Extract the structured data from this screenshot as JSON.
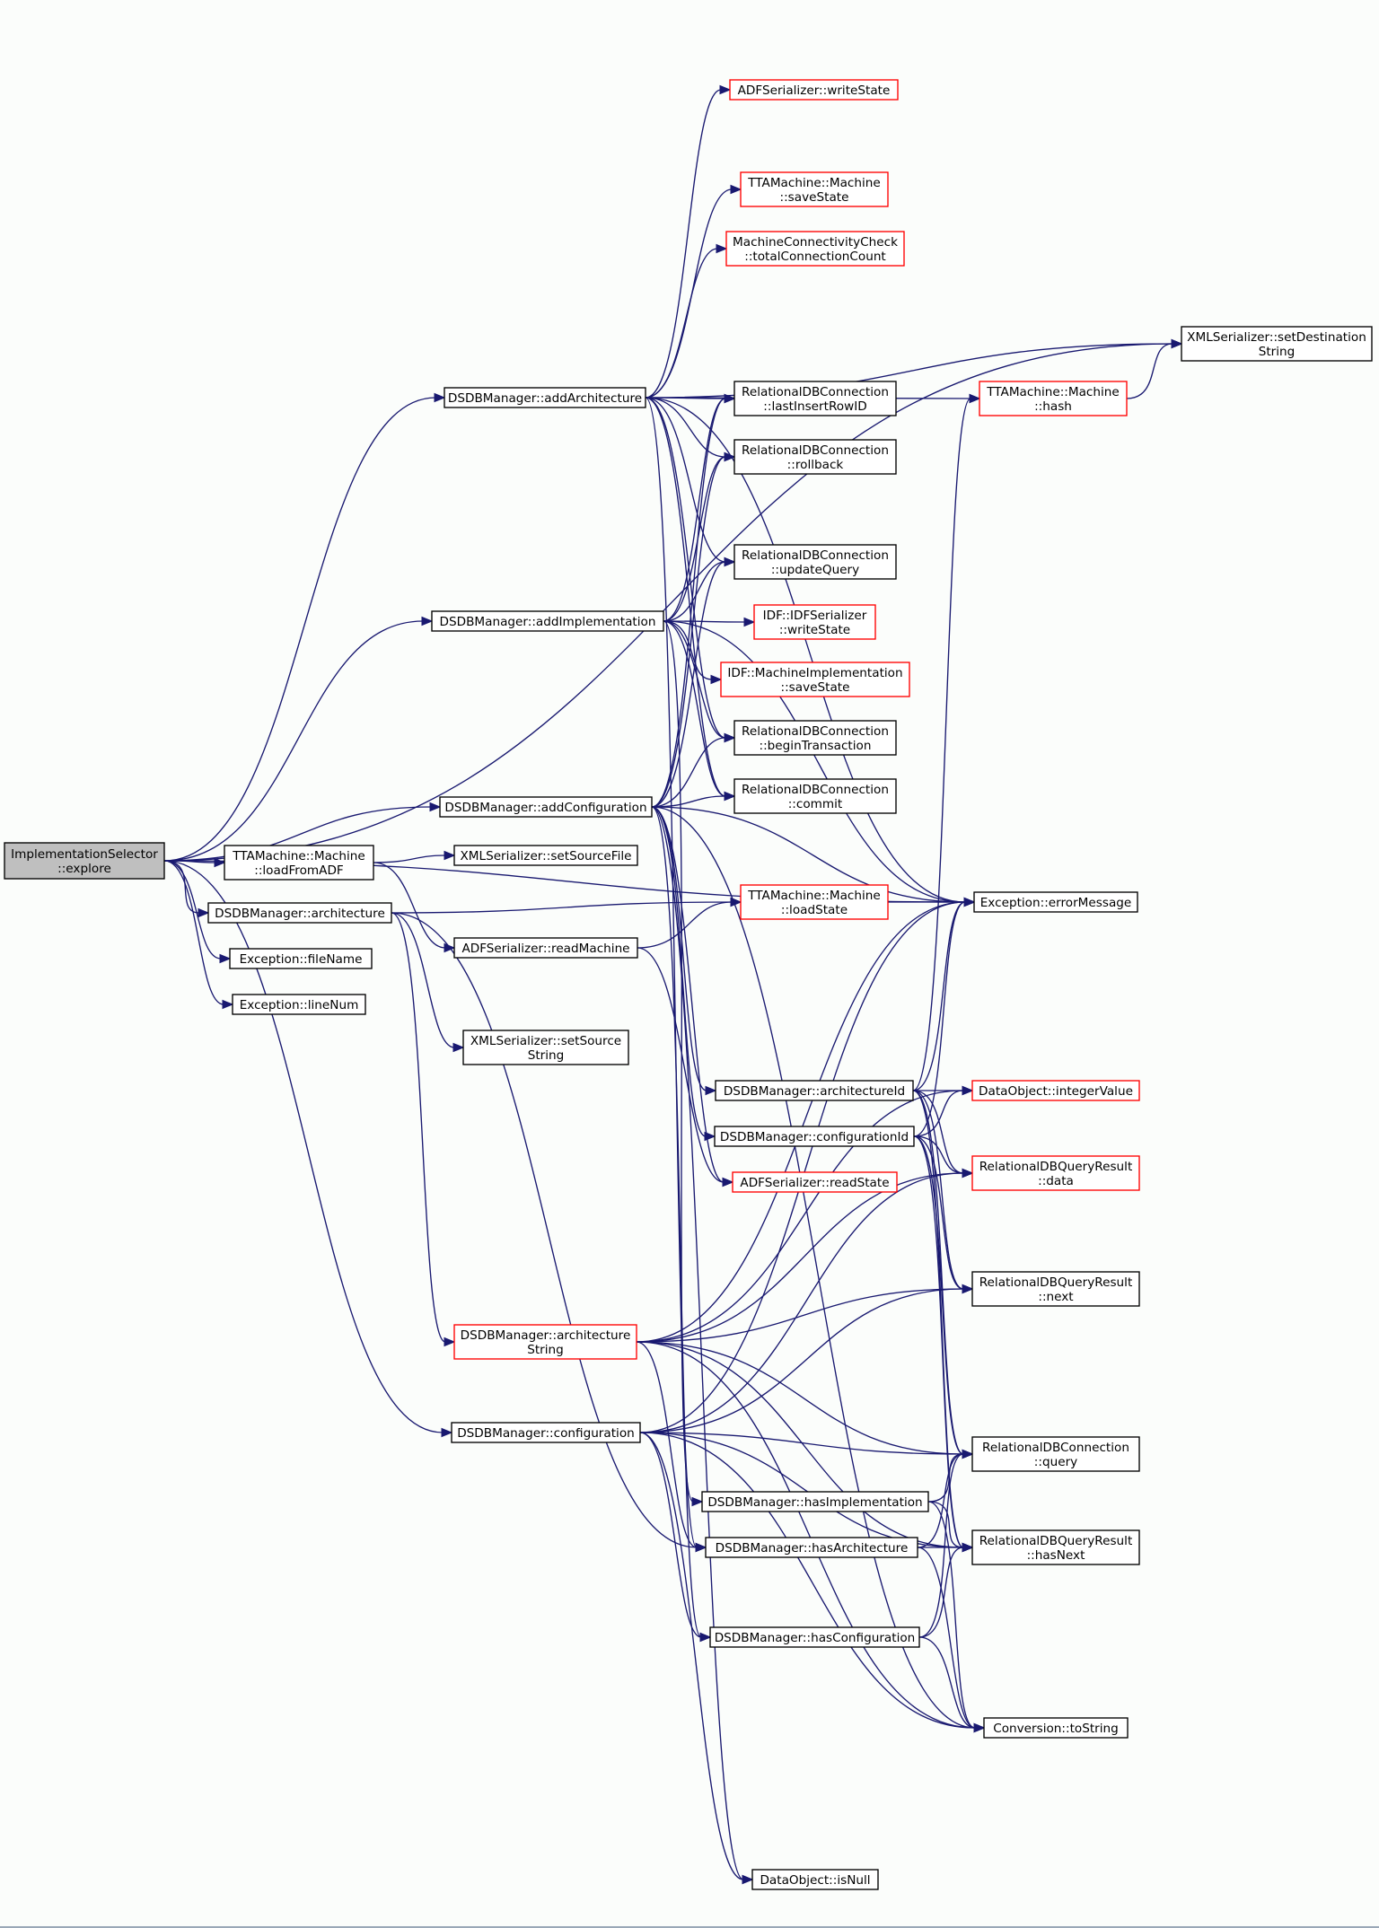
{
  "colors": {
    "edge": "#191970",
    "root_fill": "#bfbfbf",
    "normal_border": "#000000",
    "red_border": "#ff0000",
    "node_fill": "#ffffff",
    "background": "#fbfdfb"
  },
  "nodes": {
    "explore": {
      "lines": [
        "ImplementationSelector",
        "::explore"
      ],
      "style": "root"
    },
    "loadFromADF": {
      "lines": [
        "TTAMachine::Machine",
        "::loadFromADF"
      ],
      "style": "normal"
    },
    "dsdbArchitecture": {
      "lines": [
        "DSDBManager::architecture"
      ],
      "style": "normal"
    },
    "fileName": {
      "lines": [
        "Exception::fileName"
      ],
      "style": "normal"
    },
    "lineNum": {
      "lines": [
        "Exception::lineNum"
      ],
      "style": "normal"
    },
    "addArchitecture": {
      "lines": [
        "DSDBManager::addArchitecture"
      ],
      "style": "normal"
    },
    "addImplementation": {
      "lines": [
        "DSDBManager::addImplementation"
      ],
      "style": "normal"
    },
    "addConfiguration": {
      "lines": [
        "DSDBManager::addConfiguration"
      ],
      "style": "normal"
    },
    "setSourceFile": {
      "lines": [
        "XMLSerializer::setSourceFile"
      ],
      "style": "normal"
    },
    "readMachine": {
      "lines": [
        "ADFSerializer::readMachine"
      ],
      "style": "normal"
    },
    "setSourceString": {
      "lines": [
        "XMLSerializer::setSource",
        "String"
      ],
      "style": "normal"
    },
    "architectureString": {
      "lines": [
        "DSDBManager::architecture",
        "String"
      ],
      "style": "red"
    },
    "dsdbConfiguration": {
      "lines": [
        "DSDBManager::configuration"
      ],
      "style": "normal"
    },
    "adfWriteState": {
      "lines": [
        "ADFSerializer::writeState"
      ],
      "style": "red"
    },
    "machineSaveState": {
      "lines": [
        "TTAMachine::Machine",
        "::saveState"
      ],
      "style": "red"
    },
    "totalConnectionCount": {
      "lines": [
        "MachineConnectivityCheck",
        "::totalConnectionCount"
      ],
      "style": "red"
    },
    "lastInsertRowID": {
      "lines": [
        "RelationalDBConnection",
        "::lastInsertRowID"
      ],
      "style": "normal"
    },
    "rollback": {
      "lines": [
        "RelationalDBConnection",
        "::rollback"
      ],
      "style": "normal"
    },
    "updateQuery": {
      "lines": [
        "RelationalDBConnection",
        "::updateQuery"
      ],
      "style": "normal"
    },
    "idfWriteState": {
      "lines": [
        "IDF::IDFSerializer",
        "::writeState"
      ],
      "style": "red"
    },
    "machineImplSaveState": {
      "lines": [
        "IDF::MachineImplementation",
        "::saveState"
      ],
      "style": "red"
    },
    "beginTransaction": {
      "lines": [
        "RelationalDBConnection",
        "::beginTransaction"
      ],
      "style": "normal"
    },
    "commit": {
      "lines": [
        "RelationalDBConnection",
        "::commit"
      ],
      "style": "normal"
    },
    "machineLoadState": {
      "lines": [
        "TTAMachine::Machine",
        "::loadState"
      ],
      "style": "red"
    },
    "architectureId": {
      "lines": [
        "DSDBManager::architectureId"
      ],
      "style": "normal"
    },
    "configurationId": {
      "lines": [
        "DSDBManager::configurationId"
      ],
      "style": "normal"
    },
    "adfReadState": {
      "lines": [
        "ADFSerializer::readState"
      ],
      "style": "red"
    },
    "hasImplementation": {
      "lines": [
        "DSDBManager::hasImplementation"
      ],
      "style": "normal"
    },
    "hasArchitecture": {
      "lines": [
        "DSDBManager::hasArchitecture"
      ],
      "style": "normal"
    },
    "hasConfiguration": {
      "lines": [
        "DSDBManager::hasConfiguration"
      ],
      "style": "normal"
    },
    "isNull": {
      "lines": [
        "DataObject::isNull"
      ],
      "style": "normal"
    },
    "machineHash": {
      "lines": [
        "TTAMachine::Machine",
        "::hash"
      ],
      "style": "red"
    },
    "setDestinationString": {
      "lines": [
        "XMLSerializer::setDestination",
        "String"
      ],
      "style": "normal"
    },
    "errorMessage": {
      "lines": [
        "Exception::errorMessage"
      ],
      "style": "normal"
    },
    "integerValue": {
      "lines": [
        "DataObject::integerValue"
      ],
      "style": "red"
    },
    "resultData": {
      "lines": [
        "RelationalDBQueryResult",
        "::data"
      ],
      "style": "red"
    },
    "resultNext": {
      "lines": [
        "RelationalDBQueryResult",
        "::next"
      ],
      "style": "normal"
    },
    "connQuery": {
      "lines": [
        "RelationalDBConnection",
        "::query"
      ],
      "style": "normal"
    },
    "resultHasNext": {
      "lines": [
        "RelationalDBQueryResult",
        "::hasNext"
      ],
      "style": "normal"
    },
    "toString": {
      "lines": [
        "Conversion::toString"
      ],
      "style": "normal"
    }
  },
  "edges": [
    [
      "explore",
      "loadFromADF"
    ],
    [
      "explore",
      "dsdbArchitecture"
    ],
    [
      "explore",
      "fileName"
    ],
    [
      "explore",
      "lineNum"
    ],
    [
      "explore",
      "addArchitecture"
    ],
    [
      "explore",
      "addImplementation"
    ],
    [
      "explore",
      "addConfiguration"
    ],
    [
      "explore",
      "dsdbConfiguration"
    ],
    [
      "explore",
      "setDestinationString"
    ],
    [
      "explore",
      "errorMessage"
    ],
    [
      "loadFromADF",
      "setSourceFile"
    ],
    [
      "loadFromADF",
      "readMachine"
    ],
    [
      "dsdbArchitecture",
      "machineLoadState"
    ],
    [
      "dsdbArchitecture",
      "setSourceString"
    ],
    [
      "dsdbArchitecture",
      "architectureString"
    ],
    [
      "dsdbArchitecture",
      "hasArchitecture"
    ],
    [
      "readMachine",
      "machineLoadState"
    ],
    [
      "readMachine",
      "adfReadState"
    ],
    [
      "machineLoadState",
      "errorMessage"
    ],
    [
      "addArchitecture",
      "adfWriteState"
    ],
    [
      "addArchitecture",
      "machineSaveState"
    ],
    [
      "addArchitecture",
      "totalConnectionCount"
    ],
    [
      "addArchitecture",
      "lastInsertRowID"
    ],
    [
      "addArchitecture",
      "rollback"
    ],
    [
      "addArchitecture",
      "updateQuery"
    ],
    [
      "addArchitecture",
      "beginTransaction"
    ],
    [
      "addArchitecture",
      "commit"
    ],
    [
      "addArchitecture",
      "machineHash"
    ],
    [
      "addArchitecture",
      "setDestinationString"
    ],
    [
      "addArchitecture",
      "errorMessage"
    ],
    [
      "addArchitecture",
      "hasArchitecture"
    ],
    [
      "addImplementation",
      "lastInsertRowID"
    ],
    [
      "addImplementation",
      "rollback"
    ],
    [
      "addImplementation",
      "updateQuery"
    ],
    [
      "addImplementation",
      "idfWriteState"
    ],
    [
      "addImplementation",
      "machineImplSaveState"
    ],
    [
      "addImplementation",
      "beginTransaction"
    ],
    [
      "addImplementation",
      "commit"
    ],
    [
      "addImplementation",
      "errorMessage"
    ],
    [
      "addImplementation",
      "hasImplementation"
    ],
    [
      "addConfiguration",
      "lastInsertRowID"
    ],
    [
      "addConfiguration",
      "rollback"
    ],
    [
      "addConfiguration",
      "updateQuery"
    ],
    [
      "addConfiguration",
      "beginTransaction"
    ],
    [
      "addConfiguration",
      "commit"
    ],
    [
      "addConfiguration",
      "errorMessage"
    ],
    [
      "addConfiguration",
      "architectureId"
    ],
    [
      "addConfiguration",
      "configurationId"
    ],
    [
      "addConfiguration",
      "adfReadState"
    ],
    [
      "addConfiguration",
      "hasConfiguration"
    ],
    [
      "addConfiguration",
      "toString"
    ],
    [
      "addConfiguration",
      "isNull"
    ],
    [
      "architectureId",
      "machineHash"
    ],
    [
      "architectureId",
      "integerValue"
    ],
    [
      "architectureId",
      "errorMessage"
    ],
    [
      "architectureId",
      "resultData"
    ],
    [
      "architectureId",
      "resultNext"
    ],
    [
      "architectureId",
      "connQuery"
    ],
    [
      "architectureId",
      "resultHasNext"
    ],
    [
      "configurationId",
      "integerValue"
    ],
    [
      "configurationId",
      "errorMessage"
    ],
    [
      "configurationId",
      "resultData"
    ],
    [
      "configurationId",
      "resultNext"
    ],
    [
      "configurationId",
      "connQuery"
    ],
    [
      "configurationId",
      "resultHasNext"
    ],
    [
      "machineHash",
      "setDestinationString"
    ],
    [
      "architectureString",
      "errorMessage"
    ],
    [
      "architectureString",
      "integerValue"
    ],
    [
      "architectureString",
      "resultData"
    ],
    [
      "architectureString",
      "resultNext"
    ],
    [
      "architectureString",
      "connQuery"
    ],
    [
      "architectureString",
      "resultHasNext"
    ],
    [
      "architectureString",
      "hasArchitecture"
    ],
    [
      "architectureString",
      "toString"
    ],
    [
      "dsdbConfiguration",
      "errorMessage"
    ],
    [
      "dsdbConfiguration",
      "resultData"
    ],
    [
      "dsdbConfiguration",
      "resultNext"
    ],
    [
      "dsdbConfiguration",
      "connQuery"
    ],
    [
      "dsdbConfiguration",
      "resultHasNext"
    ],
    [
      "dsdbConfiguration",
      "hasConfiguration"
    ],
    [
      "dsdbConfiguration",
      "toString"
    ],
    [
      "dsdbConfiguration",
      "isNull"
    ],
    [
      "hasImplementation",
      "connQuery"
    ],
    [
      "hasImplementation",
      "resultHasNext"
    ],
    [
      "hasImplementation",
      "toString"
    ],
    [
      "hasArchitecture",
      "connQuery"
    ],
    [
      "hasArchitecture",
      "resultHasNext"
    ],
    [
      "hasArchitecture",
      "toString"
    ],
    [
      "hasConfiguration",
      "connQuery"
    ],
    [
      "hasConfiguration",
      "resultHasNext"
    ],
    [
      "hasConfiguration",
      "toString"
    ]
  ]
}
